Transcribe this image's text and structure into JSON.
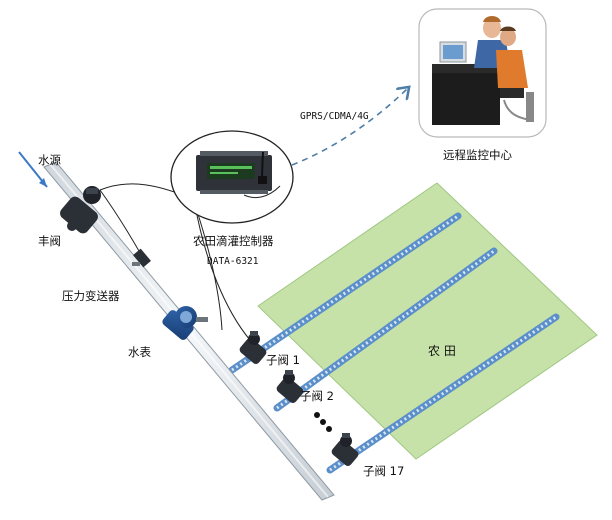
{
  "labels": {
    "water_source": "水源",
    "main_valve": "丰阀",
    "pressure_transmitter": "压力变送器",
    "water_meter": "水表",
    "controller_name": "农田滴灌控制器",
    "controller_model": "DATA-6321",
    "network": "GPRS/CDMA/4G",
    "monitoring_center": "远程监控中心",
    "farmland": "农 田",
    "sub_valve_1": "子阀 1",
    "sub_valve_2": "子阀 2",
    "sub_valve_17": "子阀 17"
  },
  "colors": {
    "field_fill": "#c6e2a9",
    "field_border": "#9fc782",
    "pipe_fill": "#e2e8ec",
    "drip_line": "#5b8fc9",
    "valve": "#2b2f36",
    "arrow": "#4e7da6"
  },
  "icons": {
    "controller": "controller-device-icon",
    "monitor_center": "operator-workstation-icon"
  }
}
